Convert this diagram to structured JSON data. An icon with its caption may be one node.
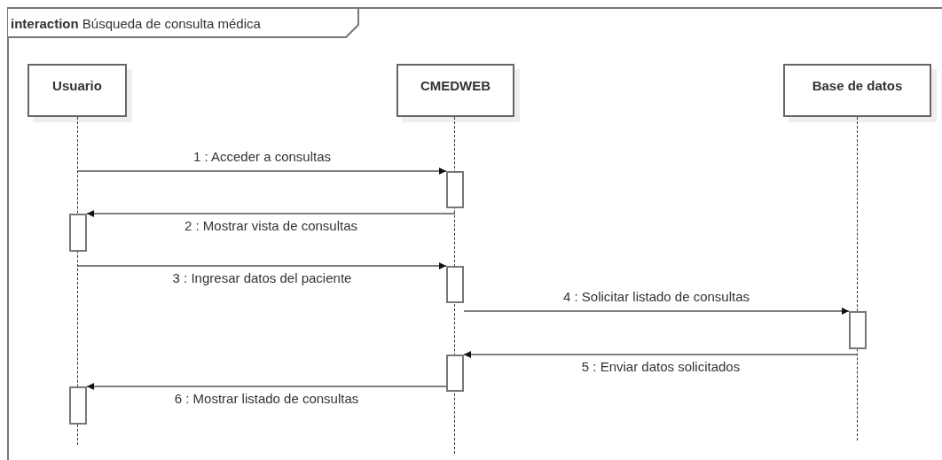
{
  "diagram": {
    "nodes": [
      {
        "text": [
          "**interaction** Búsqueda de consulta médica"
        ]
      },
      {
        "text": [
          "Usuario"
        ],
        "in": 0
      },
      {
        "text": [
          "CMEDWEB"
        ],
        "in": 0
      },
      {
        "text": [
          "Base de datos"
        ],
        "in": 0
      },
      {
        "text": [],
        "shape": "line",
        "in": 0
      },
      {
        "text": [],
        "shape": "line",
        "in": 0
      },
      {
        "text": [],
        "shape": "line",
        "in": 0
      },
      {
        "text": [],
        "shape": "bar",
        "in": 0
      },
      {
        "text": [],
        "shape": "bar",
        "in": 0
      },
      {
        "text": [],
        "shape": "bar",
        "in": 0
      },
      {
        "text": [],
        "shape": "bar",
        "in": 0
      },
      {
        "text": [],
        "shape": "bar",
        "in": 0
      },
      {
        "text": [],
        "shape": "bar",
        "in": 0
      }
    ],
    "edges": [
      {
        "from": 4,
        "to": 7,
        "arrow": "to",
        "label": "1 : Acceder a consultas"
      },
      {
        "from": 5,
        "to": 8,
        "arrow": "to",
        "label": "2 : Mostrar vista de consultas"
      },
      {
        "from": 4,
        "to": 9,
        "arrow": "to",
        "label": "3 : Ingresar datos del paciente"
      },
      {
        "from": 9,
        "to": 10,
        "arrow": "to",
        "label": "4 : Solicitar listado de consultas"
      },
      {
        "from": 6,
        "to": 11,
        "arrow": "to",
        "label": "5 : Enviar datos solicitados"
      },
      {
        "from": 11,
        "to": 12,
        "arrow": "to",
        "label": "6 : Mostrar listado de consultas"
      }
    ]
  }
}
